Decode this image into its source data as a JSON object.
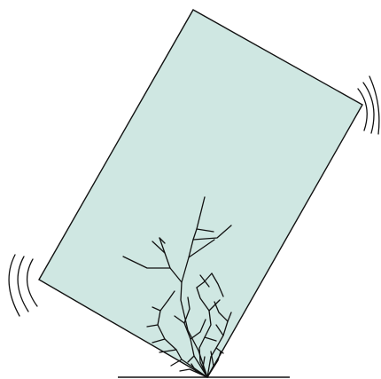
{
  "illustration": {
    "subject": "cracked-glass-pane-tilting",
    "colors": {
      "glass_fill": "#cfe7e2",
      "outline": "#111111",
      "crack": "#111111",
      "vibration_lines": "#111111",
      "ground": "#111111",
      "background": "#ffffff"
    },
    "parts": [
      "glass-pane",
      "crack-network",
      "vibration-lines-left",
      "vibration-lines-right",
      "ground-line"
    ]
  }
}
